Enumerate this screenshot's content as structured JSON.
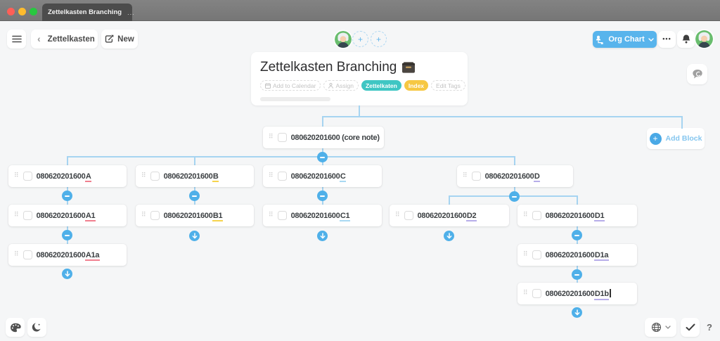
{
  "window": {
    "tab_title": "Zettelkasten Branching",
    "tab_overflow": "..."
  },
  "toolbar": {
    "workspace_label": "Zettelkasten",
    "new_label": "New"
  },
  "presence": {
    "plus": "+"
  },
  "view_bar": {
    "view_label": "Org Chart",
    "more": "•••"
  },
  "title_card": {
    "title": "Zettelkasten Branching",
    "add_to_calendar": "Add to Calendar",
    "assign": "Assign",
    "edit_tags": "Edit Tags",
    "tags": [
      {
        "label": "Zettelkaten",
        "color": "#3fc6c3"
      },
      {
        "label": "Index",
        "color": "#f6c843"
      }
    ]
  },
  "canvas": {
    "add_block_label": "Add Block",
    "add_block_plus": "+",
    "nodes": [
      {
        "id": "core",
        "base": "080620201600 (core note)",
        "suffix": "",
        "underline_color": ""
      },
      {
        "id": "A",
        "base": "080620201600",
        "suffix": "A",
        "underline_color": "#f0808f"
      },
      {
        "id": "B",
        "base": "080620201600",
        "suffix": "B",
        "underline_color": "#f6d44d"
      },
      {
        "id": "C",
        "base": "080620201600",
        "suffix": "C",
        "underline_color": "#a9d9f3"
      },
      {
        "id": "D",
        "base": "080620201600",
        "suffix": "D",
        "underline_color": "#b7ade9"
      },
      {
        "id": "A1",
        "base": "080620201600",
        "suffix": "A1",
        "underline_color": "#f0808f"
      },
      {
        "id": "B1",
        "base": "080620201600",
        "suffix": "B1",
        "underline_color": "#f6d44d"
      },
      {
        "id": "C1",
        "base": "080620201600",
        "suffix": "C1",
        "underline_color": "#a9d9f3"
      },
      {
        "id": "D2",
        "base": "080620201600",
        "suffix": "D2",
        "underline_color": "#b7ade9"
      },
      {
        "id": "D1",
        "base": "080620201600",
        "suffix": "D1",
        "underline_color": "#b7ade9"
      },
      {
        "id": "A1a",
        "base": "080620201600",
        "suffix": "A1a",
        "underline_color": "#f0808f"
      },
      {
        "id": "D1a",
        "base": "080620201600",
        "suffix": "D1a",
        "underline_color": "#b7ade9"
      },
      {
        "id": "D1b",
        "base": "080620201600",
        "suffix": "D1b",
        "underline_color": "#b7ade9"
      }
    ]
  },
  "footer": {
    "help": "?"
  },
  "colors": {
    "accent_blue": "#55b2ec",
    "connector_blue": "#a6d4f1",
    "button_blue": "#4fb0e9"
  }
}
